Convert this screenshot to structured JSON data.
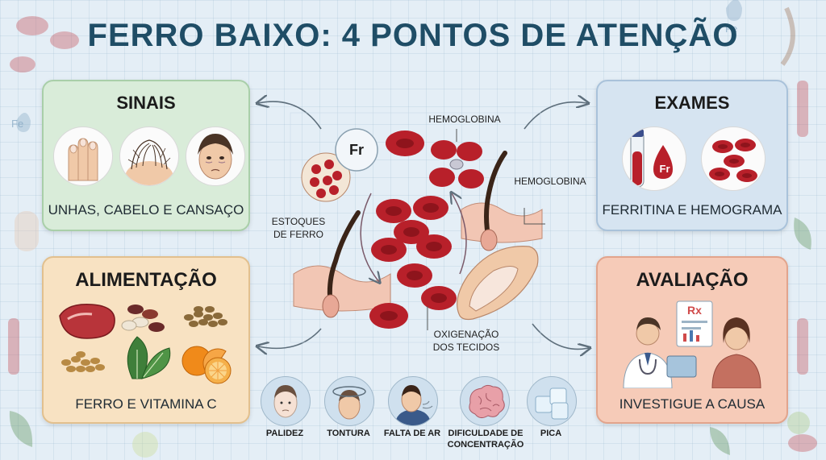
{
  "title": "FERRO BAIXO: 4 PONTOS DE ATENÇÃO",
  "cards": {
    "sinais": {
      "title": "SINAIS",
      "caption": "UNHAS, CABELO E CANSAÇO"
    },
    "exames": {
      "title": "EXAMES",
      "caption": "FERRITINA E HEMOGRAMA"
    },
    "alimentacao": {
      "title": "ALIMENTAÇÃO",
      "caption": "FERRO E VITAMINA C"
    },
    "avaliacao": {
      "title": "AVALIAÇÃO",
      "caption": "INVESTIGUE A CAUSA"
    }
  },
  "center": {
    "iron_symbol": "Fr",
    "labels": {
      "hemoglobin_top": "HEMOGLOBINA",
      "hemoglobin_right": "HEMOGLOBINA",
      "stores_line1": "ESTOQUES",
      "stores_line2": "DE FERRO",
      "oxy_line1": "OXIGENAÇÃO",
      "oxy_line2": "DOS TECIDOS"
    }
  },
  "exam_symbol": "Fr",
  "bg_symbol": "Fe",
  "rx_symbol": "Rx",
  "symptoms": [
    {
      "label": "PALIDEZ",
      "label2": ""
    },
    {
      "label": "TONTURA",
      "label2": ""
    },
    {
      "label": "FALTA DE AR",
      "label2": ""
    },
    {
      "label": "DIFICULDADE DE",
      "label2": "CONCENTRAÇÃO"
    },
    {
      "label": "PICA",
      "label2": ""
    }
  ],
  "colors": {
    "title": "#1f4d66",
    "sinais_bg": "#d9ecd9",
    "exames_bg": "#d6e4f1",
    "alimentacao_bg": "#f8e2c2",
    "avaliacao_bg": "#f6cbb8",
    "blood": "#b8202a"
  }
}
